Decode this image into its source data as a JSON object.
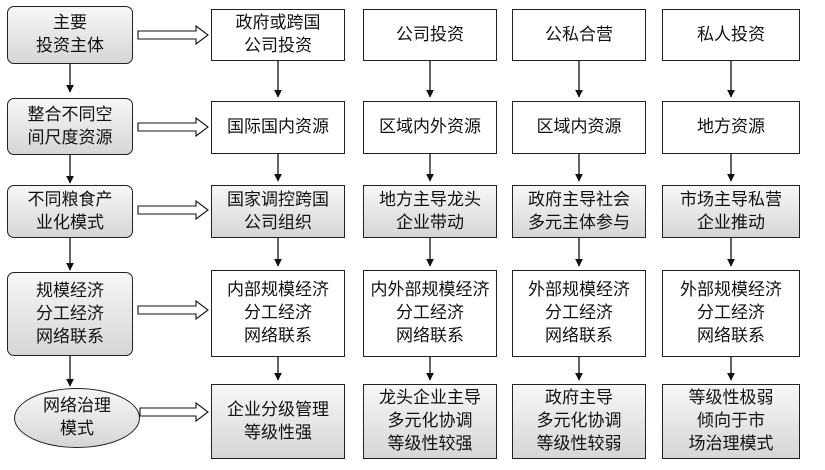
{
  "row_labels": [
    [
      "主要",
      "投资主体"
    ],
    [
      "整合不同空",
      "间尺度资源"
    ],
    [
      "不同粮食产",
      "业化模式"
    ],
    [
      "规模经济",
      "分工经济",
      "网络联系"
    ],
    [
      "网络治理",
      "模式"
    ]
  ],
  "columns": [
    {
      "investor": [
        "政府或跨国",
        "公司投资"
      ],
      "resources": [
        "国际国内资源"
      ],
      "mode": [
        "国家调控跨国",
        "公司组织"
      ],
      "economy": [
        "内部规模经济",
        "分工经济",
        "网络联系"
      ],
      "governance": [
        "企业分级管理",
        "等级性强"
      ]
    },
    {
      "investor": [
        "公司投资"
      ],
      "resources": [
        "区域内外资源"
      ],
      "mode": [
        "地方主导龙头",
        "企业带动"
      ],
      "economy": [
        "内外部规模经济",
        "分工经济",
        "网络联系"
      ],
      "governance": [
        "龙头企业主导",
        "多元化协调",
        "等级性较强"
      ]
    },
    {
      "investor": [
        "公私合营"
      ],
      "resources": [
        "区域内资源"
      ],
      "mode": [
        "政府主导社会",
        "多元主体参与"
      ],
      "economy": [
        "外部规模经济",
        "分工经济",
        "网络联系"
      ],
      "governance": [
        "政府主导",
        "多元化协调",
        "等级性较弱"
      ]
    },
    {
      "investor": [
        "私人投资"
      ],
      "resources": [
        "地方资源"
      ],
      "mode": [
        "市场主导私营",
        "企业推动"
      ],
      "economy": [
        "外部规模经济",
        "分工经济",
        "网络联系"
      ],
      "governance": [
        "等级性极弱",
        "倾向于市",
        "场治理模式"
      ]
    }
  ]
}
